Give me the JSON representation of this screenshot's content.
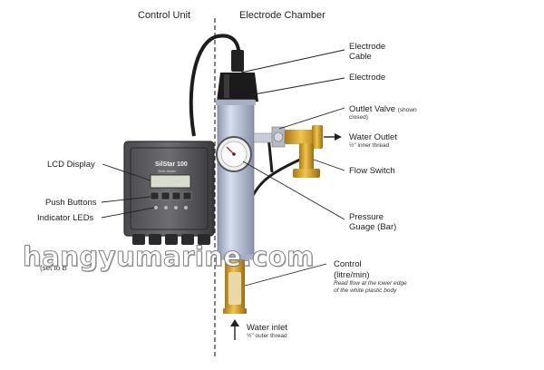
{
  "headers": {
    "control_unit": "Control Unit",
    "electrode_chamber": "Electrode Chamber"
  },
  "labels": {
    "electrode_cable": [
      "Electrode",
      "Cable"
    ],
    "electrode": "Electrode",
    "outlet_valve": "Outlet Valve",
    "outlet_valve_note": [
      "(shown",
      "closed)"
    ],
    "water_outlet": "Water Outlet",
    "water_outlet_thread": "½\" inner thread",
    "flow_switch": "Flow Switch",
    "pressure_gauge": [
      "Pressure",
      "Guage (Bar)"
    ],
    "flow_meter_partial": "Control",
    "flow_meter_unit": "(litre/min)",
    "flow_meter_note": [
      "Read flow at the lower edge",
      "of the white plastic body"
    ],
    "water_inlet": "Water inlet",
    "water_inlet_thread": "½\" outer thread",
    "lcd_display": "LCD Display",
    "push_buttons": "Push Buttons",
    "indicator_leds": "Indicator LEDs",
    "set_to": "(set to B"
  },
  "device": {
    "brand": "SilStar 100",
    "model_line": "Silver Ionizer"
  },
  "watermark": "hangyumarine.com",
  "colors": {
    "body": "#5a5a5e",
    "chamber": "#b9c2d8",
    "brass": "#d7a52a",
    "cable": "#1d1d1d"
  }
}
